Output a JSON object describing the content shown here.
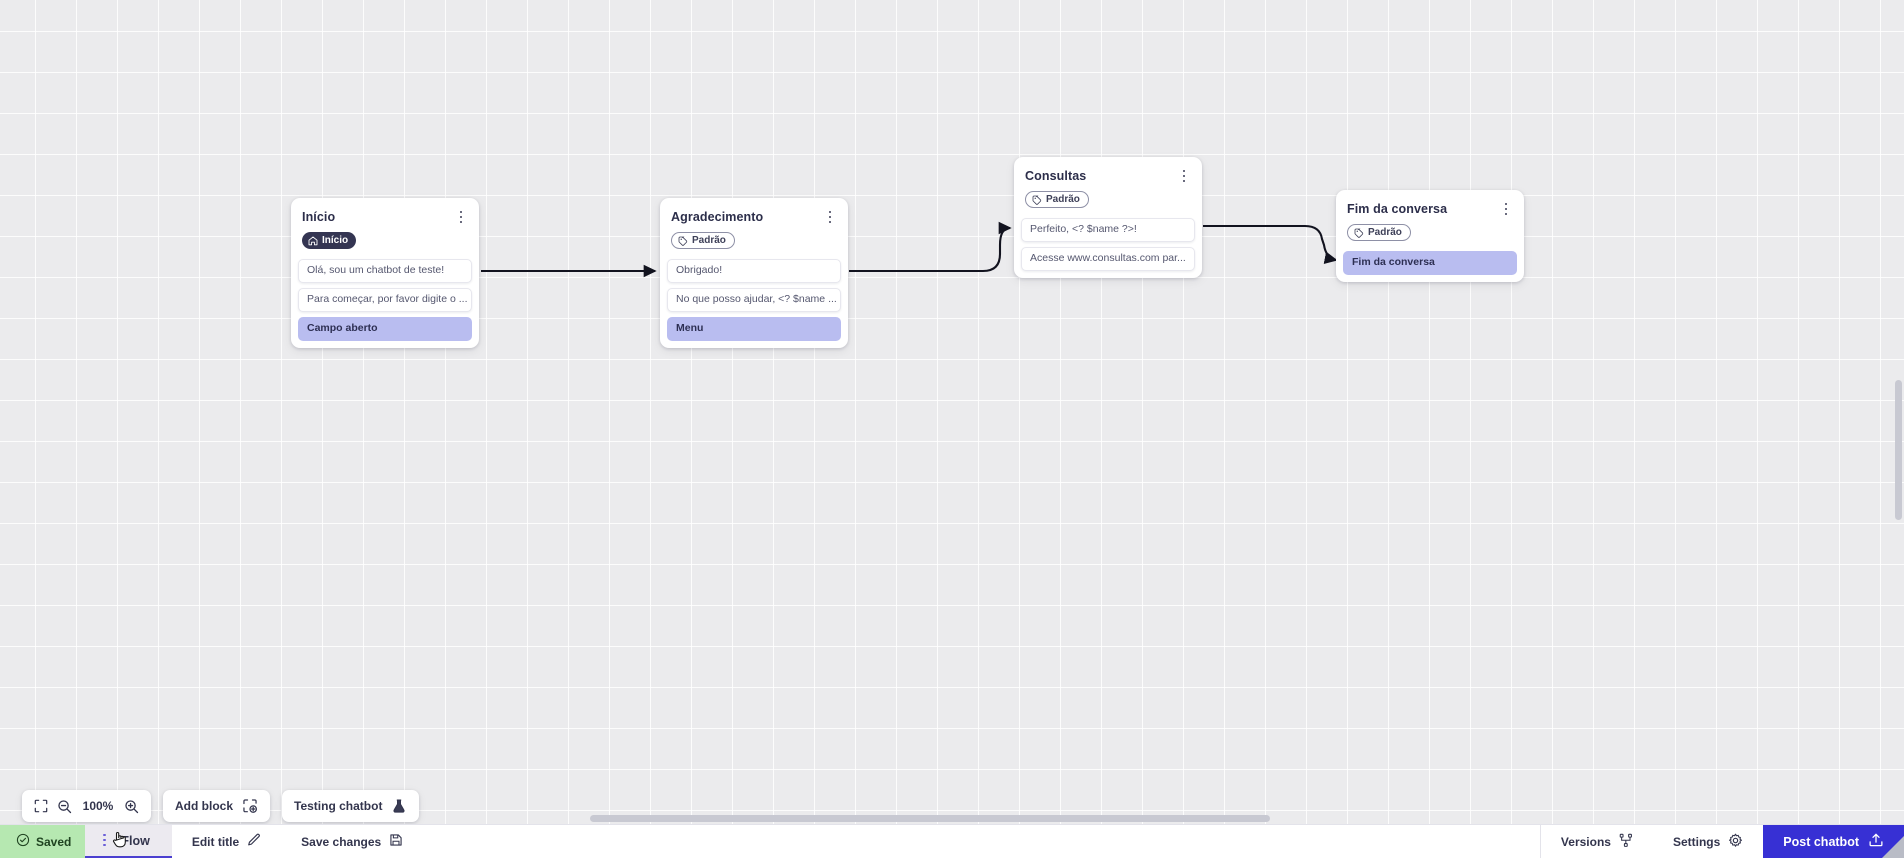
{
  "canvas": {
    "zoom_level": "100%",
    "grid": "dotted-grid"
  },
  "nodes": [
    {
      "id": "inicio",
      "title": "Início",
      "tag": {
        "label": "Início",
        "type": "start",
        "icon": "home-icon"
      },
      "messages": [
        {
          "text": "Olá, sou um chatbot de teste!",
          "highlight": false
        },
        {
          "text": "Para começar, por favor digite o ...",
          "highlight": false
        },
        {
          "text": "Campo aberto",
          "highlight": true
        }
      ],
      "menu_icon": "kebab-menu-icon"
    },
    {
      "id": "agradecimento",
      "title": "Agradecimento",
      "tag": {
        "label": "Padrão",
        "type": "default",
        "icon": "tag-icon"
      },
      "messages": [
        {
          "text": "Obrigado!",
          "highlight": false
        },
        {
          "text": "No que posso ajudar, <? $name ...",
          "highlight": false
        },
        {
          "text": "Menu",
          "highlight": true
        }
      ],
      "menu_icon": "kebab-menu-icon"
    },
    {
      "id": "consultas",
      "title": "Consultas",
      "tag": {
        "label": "Padrão",
        "type": "default",
        "icon": "tag-icon"
      },
      "messages": [
        {
          "text": "Perfeito, <? $name ?>!",
          "highlight": false
        },
        {
          "text": "Acesse www.consultas.com par...",
          "highlight": false
        }
      ],
      "menu_icon": "kebab-menu-icon"
    },
    {
      "id": "fim",
      "title": "Fim da conversa",
      "tag": {
        "label": "Padrão",
        "type": "default",
        "icon": "tag-icon"
      },
      "messages": [
        {
          "text": "Fim da conversa",
          "highlight": true
        }
      ],
      "menu_icon": "kebab-menu-icon"
    }
  ],
  "toolbar": {
    "fit_icon": "fit-screen-icon",
    "zoom_out_icon": "zoom-out-icon",
    "zoom_in_icon": "zoom-in-icon",
    "zoom_value": "100%",
    "add_block_label": "Add block",
    "add_block_icon": "add-block-icon",
    "testing_label": "Testing chatbot",
    "testing_icon": "flask-icon"
  },
  "bottombar": {
    "saved_label": "Saved",
    "saved_icon": "check-circle-icon",
    "flow_label": "Flow",
    "flow_menu_icon": "kebab-menu-icon",
    "edit_title_label": "Edit title",
    "edit_title_icon": "pencil-icon",
    "save_changes_label": "Save changes",
    "save_changes_icon": "floppy-disk-icon",
    "versions_label": "Versions",
    "versions_icon": "branch-icon",
    "settings_label": "Settings",
    "settings_icon": "gear-icon",
    "post_label": "Post chatbot",
    "post_icon": "upload-icon"
  },
  "colors": {
    "accent": "#3730d4",
    "saved_bg": "#b6e8b1",
    "highlight_msg": "#b9bdf0",
    "start_pill": "#343552",
    "canvas_bg": "#ebebed",
    "tab_underline": "#4b3fd0"
  }
}
